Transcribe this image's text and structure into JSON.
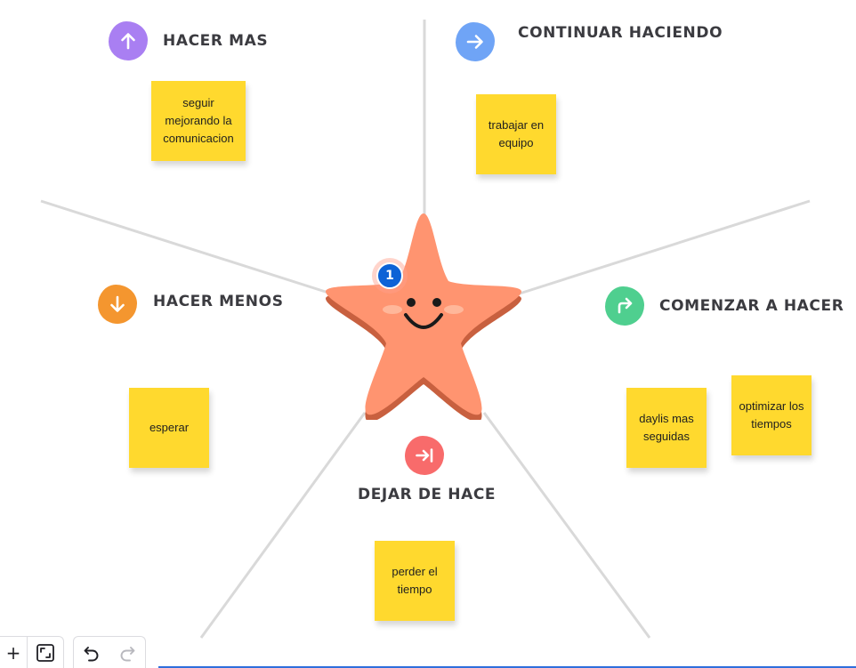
{
  "sections": {
    "hacer_mas": {
      "title": "HACER MAS",
      "icon": "arrow-up-icon",
      "color": "#a97ff2"
    },
    "continuar_haciendo": {
      "title": "CONTINUAR HACIENDO",
      "icon": "arrow-right-icon",
      "color": "#6fa4f6"
    },
    "hacer_menos": {
      "title": "HACER MENOS",
      "icon": "arrow-down-icon",
      "color": "#f4962f"
    },
    "comenzar_a_hacer": {
      "title": "COMENZAR A HACER",
      "icon": "turn-right-arrow-icon",
      "color": "#4fcf8f"
    },
    "dejar_de_hacer": {
      "title": "DEJAR DE HACER",
      "icon": "arrow-to-bar-icon",
      "color": "#f86b6b"
    }
  },
  "notes": {
    "seguir": "seguir mejorando la comunicacion",
    "trabajar": "trabajar en equipo",
    "esperar": "esperar",
    "daylis": "daylis mas seguidas",
    "optimizar": "optimizar los tiempos",
    "perder": "perder el tiempo"
  },
  "colors": {
    "note": "#ffd92e",
    "star": "#ff9470",
    "star_edge": "#c8603f",
    "divider": "#d9d9d9",
    "pin": "#0d62d6"
  },
  "pin": {
    "label": "1"
  },
  "toolbar": {
    "add": {
      "label": "+",
      "icon": "plus-icon"
    },
    "fit": {
      "icon": "fit-to-screen-icon"
    },
    "undo": {
      "icon": "undo-icon"
    },
    "redo": {
      "icon": "redo-icon"
    }
  }
}
